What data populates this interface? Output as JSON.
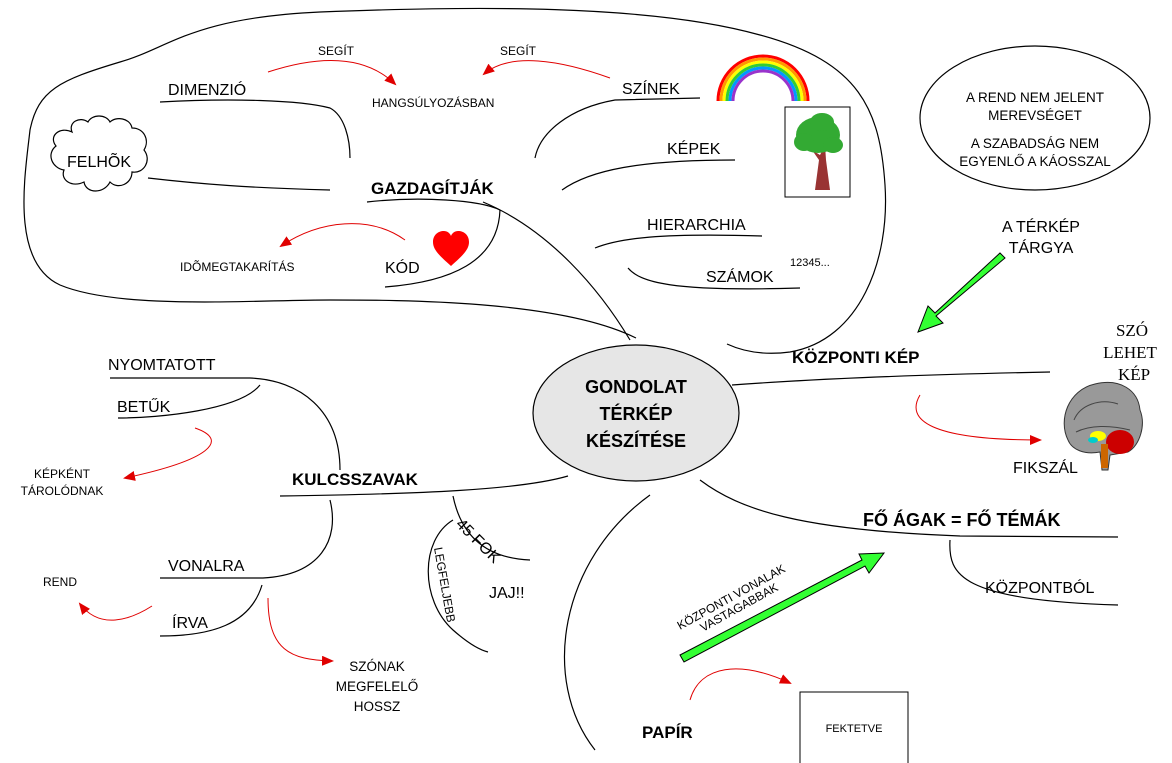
{
  "center": {
    "line1": "GONDOLAT",
    "line2": "TÉRKÉP",
    "line3": "KÉSZÍTÉSE"
  },
  "top": {
    "gazdagitjak": "GAZDAGÍTJÁK",
    "dimenzio": "DIMENZIÓ",
    "segit1": "SEGÍT",
    "segit2": "SEGÍT",
    "hangsulyozasban": "HANGSÚLYOZÁSBAN",
    "szinek": "SZÍNEK",
    "kepek": "KÉPEK",
    "felhok": "FELHÕK",
    "hierarchia": "HIERARCHIA",
    "szamok": "SZÁMOK",
    "szamok_sup": "12345...",
    "kod": "KÓD",
    "idomegtakaritas": "IDÕMEGTAKARÍTÁS"
  },
  "note": {
    "line1": "A REND NEM JELENT",
    "line2": "MEREVSÉGET",
    "line3": "A SZABADSÁG NEM",
    "line4": "EGYENLŐ A KÁOSSZAL"
  },
  "right": {
    "terkep_targya_1": "A TÉRKÉP",
    "terkep_targya_2": "TÁRGYA",
    "kozponti_kep": "KÖZPONTI KÉP",
    "szo": "SZÓ",
    "lehet": "LEHET",
    "kep": "KÉP",
    "fikszal": "FIKSZÁL",
    "fo_agak": "FŐ ÁGAK = FŐ TÉMÁK",
    "kozpontbol": "KÖZPONTBÓL",
    "kozponti_vonalak_1": "KÖZPONTI VONALAK",
    "kozponti_vonalak_2": "VASTAGABBAK",
    "papir": "PAPÍR",
    "fektetve": "FEKTETVE"
  },
  "left": {
    "kulcsszavak": "KULCSSZAVAK",
    "nyomtatott": "NYOMTATOTT",
    "betuk": "BETŰK",
    "kepkent_1": "KÉPKÉNT",
    "kepkent_2": "TÁROLÓDNAK",
    "vonalra": "VONALRA",
    "irva": "ÍRVA",
    "rend": "REND",
    "szonak_1": "SZÓNAK",
    "szonak_2": "MEGFELELŐ",
    "szonak_3": "HOSSZ",
    "fok45": "45 FOK",
    "legfelejebb": "LEGFELJEBB",
    "jaj": "JAJ!!"
  },
  "colors": {
    "arrow_red": "#e00000",
    "arrow_green": "#33ff33",
    "center_fill": "#e6e6e6"
  }
}
